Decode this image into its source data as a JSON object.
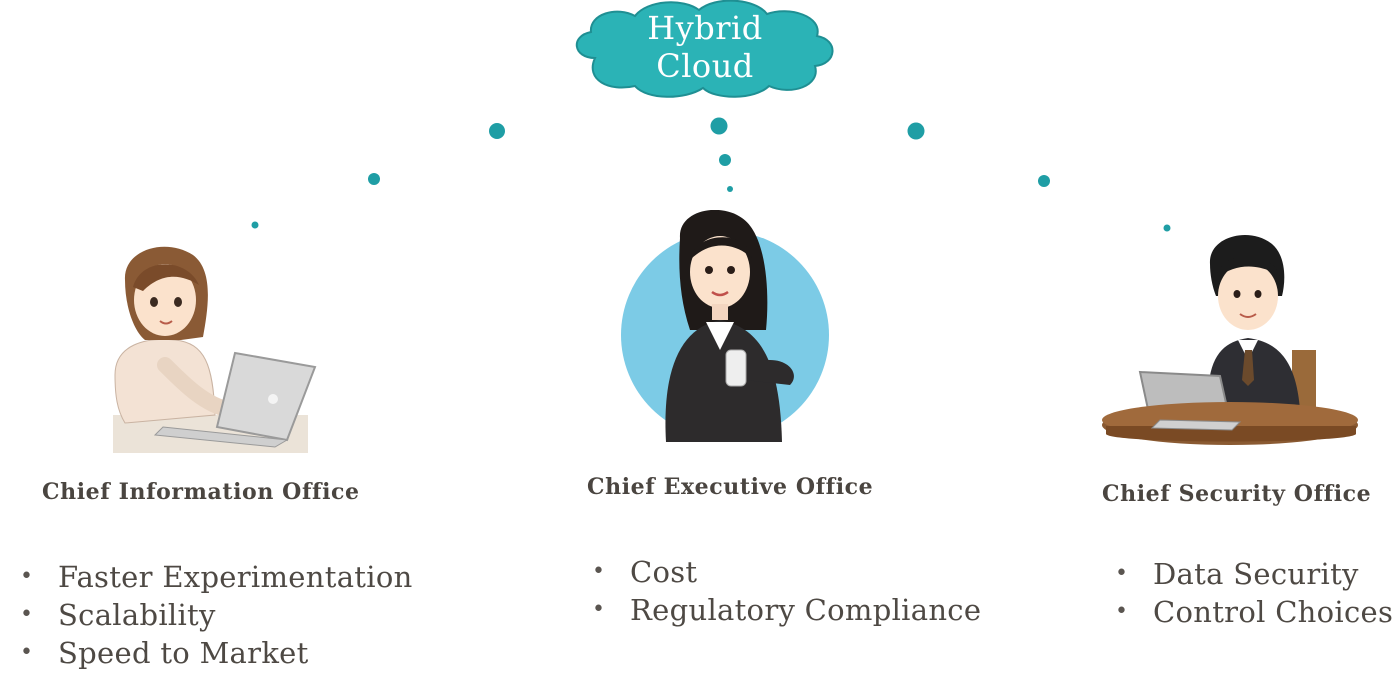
{
  "cloud": {
    "line1": "Hybrid",
    "line2": "Cloud",
    "color": "#2bb3b6"
  },
  "dot_color": "#1f9ea5",
  "offices": [
    {
      "title": "Chief Information Office",
      "bullets": [
        "Faster Experimentation",
        "Scalability",
        "Speed to Market"
      ]
    },
    {
      "title": "Chief Executive Office",
      "bullets": [
        "Cost",
        "Regulatory Compliance"
      ]
    },
    {
      "title": "Chief Security Office",
      "bullets": [
        "Data Security",
        "Control Choices"
      ]
    }
  ]
}
